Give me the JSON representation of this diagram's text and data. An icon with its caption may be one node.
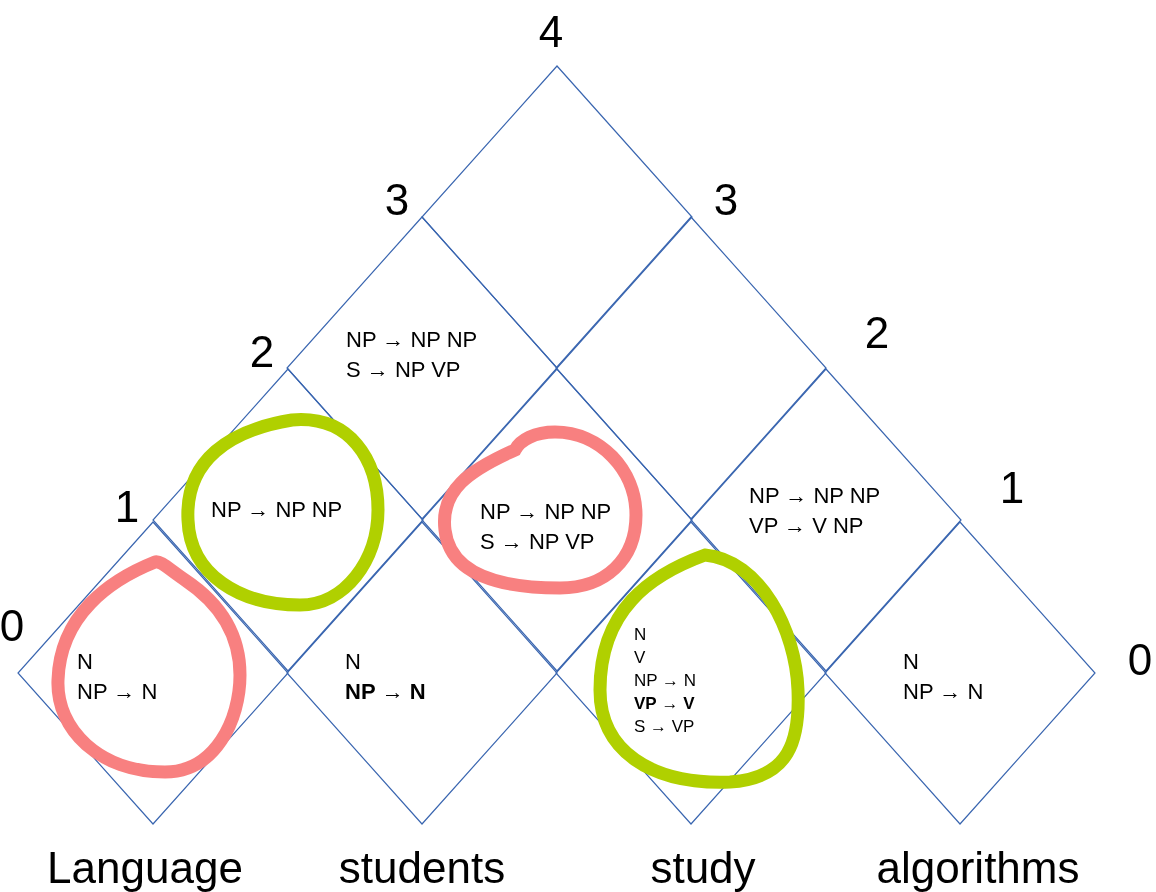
{
  "diagram": {
    "nodes": [
      {
        "text": [],
        "shape": "diamond"
      },
      {
        "text": [
          "NP → NP NP",
          "S → NP VP"
        ]
      },
      {
        "text": [],
        "shape": "diamond"
      },
      {
        "text": [
          "NP → NP NP"
        ]
      },
      {
        "text": [
          "NP → NP NP",
          "S → NP VP"
        ]
      },
      {
        "text": [
          "NP → NP NP",
          "VP → V NP"
        ]
      },
      {
        "text": [
          "N",
          "NP → N"
        ]
      },
      {
        "text": [
          "N",
          "**NP** → **N**"
        ]
      },
      {
        "text": [
          "N",
          "V",
          "NP → N",
          "**VP** → **V**",
          "S → VP"
        ]
      },
      {
        "text": [
          "N",
          "NP → N"
        ]
      }
    ],
    "edges": [],
    "labels": [
      "4",
      "3",
      "3",
      "2",
      "2",
      "1",
      "1",
      "0",
      "0",
      "Language",
      "students",
      "study",
      "algorithms"
    ]
  }
}
